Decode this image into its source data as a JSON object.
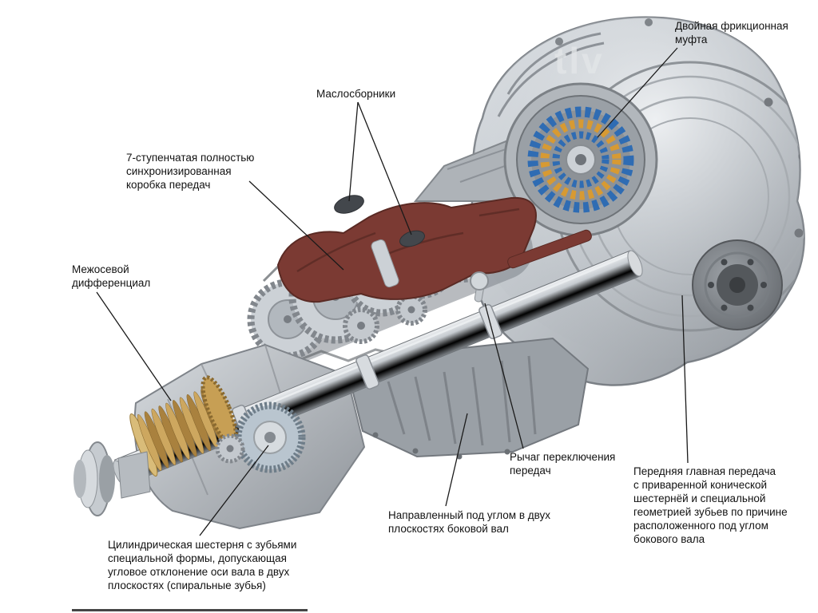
{
  "figure": {
    "description": "Cutaway technical diagram of a 7-speed dual-clutch transmission with Russian callout labels",
    "background": "#ffffff",
    "watermark": "tlv",
    "leader_line_color": "#1a1a1a",
    "text_color": "#121212",
    "colors": {
      "clutch_blue": "#2f6cb3",
      "clutch_orange": "#d79a33",
      "selector_housing_maroon": "#7b3a33",
      "differential_gold": "#c9a159",
      "metal_gray": "#b4b9bf"
    }
  },
  "labels": [
    {
      "id": "dual-clutch",
      "text": "Двойная фрикционная\nмуфта"
    },
    {
      "id": "oil-collectors",
      "text": "Маслосборники"
    },
    {
      "id": "gearbox-7speed",
      "text": "7-ступенчатая полностью\nсинхронизированная\nкоробка передач"
    },
    {
      "id": "center-differential",
      "text": "Межосевой\nдифференциал"
    },
    {
      "id": "shift-lever",
      "text": "Рычаг переключения\nпередач"
    },
    {
      "id": "side-shaft",
      "text": "Направленный под углом в двух\nплоскостях боковой вал"
    },
    {
      "id": "front-final-drive",
      "text": "Передняя главная передача\nс приваренной конической\nшестернёй и специальной\nгеометрией зубьев по причине\nрасположенного под углом\nбокового вала"
    },
    {
      "id": "cylindrical-gear",
      "text": "Цилиндрическая шестерня с зубьями\nспециальной формы, допускающая\nугловое отклонение оси вала в двух\nплоскостях (спиральные зубья)"
    }
  ]
}
